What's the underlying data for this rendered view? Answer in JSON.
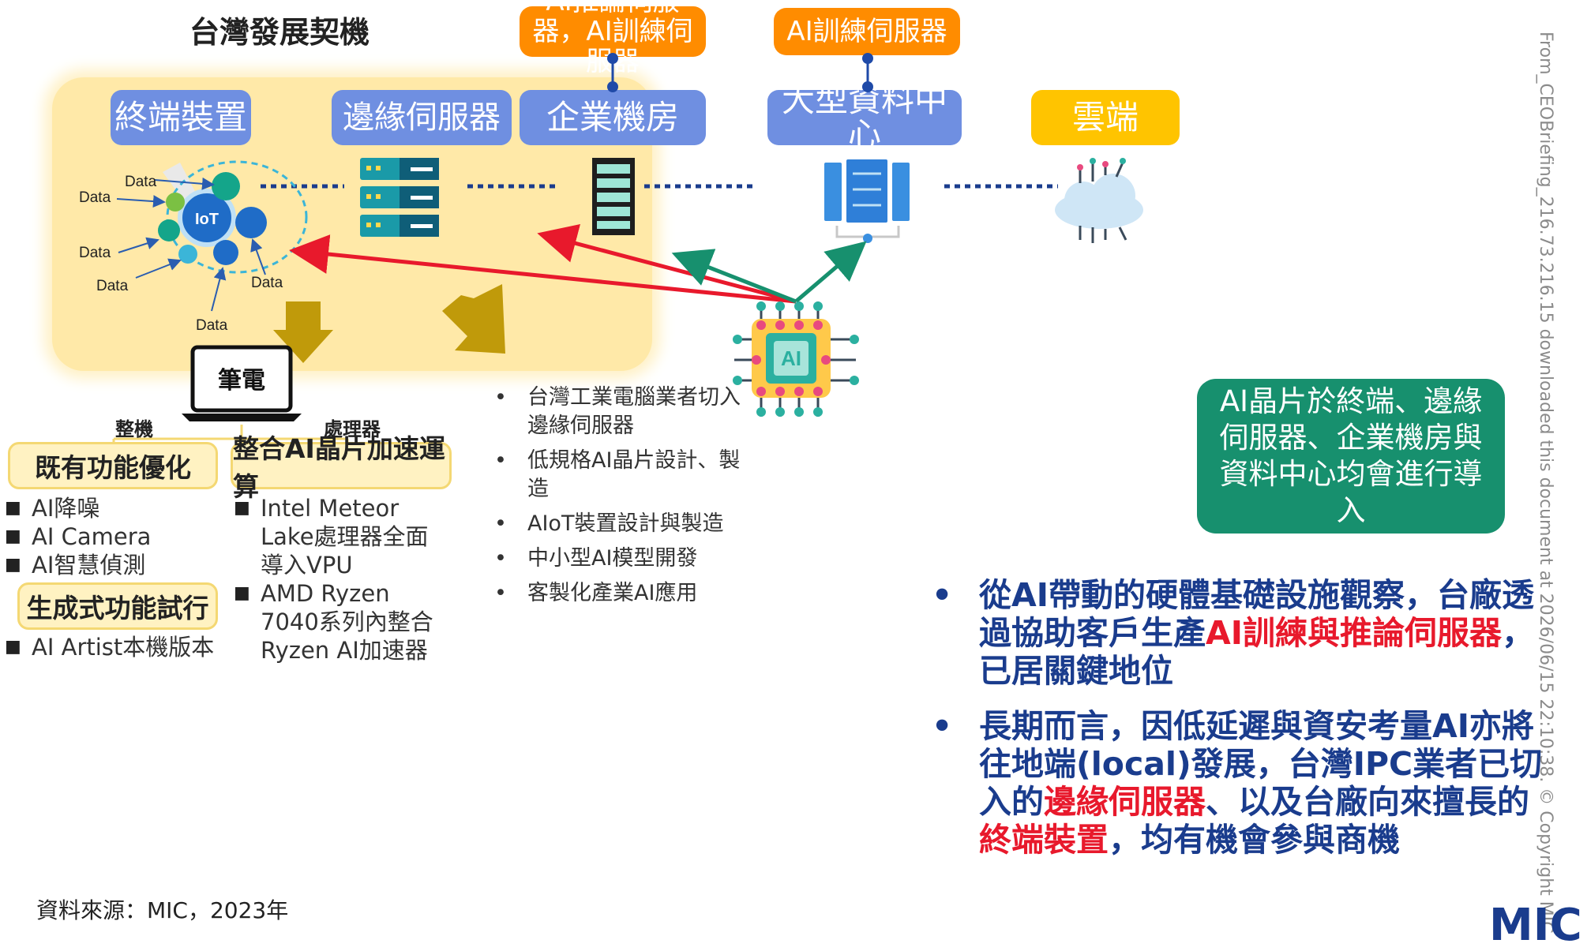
{
  "title": "台灣發展契機",
  "tiers": [
    {
      "label": "終端裝置"
    },
    {
      "label": "邊緣伺服器"
    },
    {
      "label": "企業機房"
    },
    {
      "label": "大型資料中心"
    },
    {
      "label": "雲端"
    }
  ],
  "badges": [
    {
      "label": "AI推論伺服器，AI訓練伺服器"
    },
    {
      "label": "AI訓練伺服器"
    }
  ],
  "iot": {
    "center_label": "IoT",
    "data_label": "Data"
  },
  "laptop": {
    "label": "筆電"
  },
  "branches": {
    "left": "整機",
    "right": "處理器"
  },
  "left_col": {
    "box1": "既有功能優化",
    "items1": [
      "AI降噪",
      "AI Camera",
      "AI智慧偵測"
    ],
    "box2": "生成式功能試行",
    "items2": [
      "AI Artist本機版本"
    ]
  },
  "mid_col": {
    "box": "整合AI晶片加速運算",
    "items": [
      "Intel Meteor Lake處理器全面導入VPU",
      "AMD Ryzen 7040系列內整合Ryzen AI加速器"
    ]
  },
  "opportunities": [
    "台灣工業電腦業者切入邊緣伺服器",
    "低規格AI晶片設計、製造",
    "AIoT裝置設計與製造",
    "中小型AI模型開發",
    "客製化產業AI應用"
  ],
  "chip_label": "AI",
  "green_box": "AI晶片於終端、邊緣伺服器、企業機房與資料中心均會進行導入",
  "main_bullets": [
    {
      "bullet": "•",
      "parts": [
        "從AI帶動的硬體基礎設施觀察，台廠透過協助客戶生產",
        "AI訓練與推論伺服器",
        "，已居關鍵地位"
      ]
    },
    {
      "bullet": "•",
      "parts": [
        "長期而言，因低延遲與資安考量AI亦將往地端(local)發展，台灣IPC業者已切入的",
        "邊緣伺服器",
        "、以及台廠向來擅長的",
        "終端裝置",
        "，均有機會參與商機"
      ]
    }
  ],
  "source": "資料來源：MIC，2023年",
  "watermark": "From_CEOBriefing_216.73.216.15 downloaded this document at 2026/06/15 22:10:38. © Copyright MIC",
  "logo": "MIC",
  "colors": {
    "tier_blue": "#6f8fe1",
    "badge_orange": "#ff8c00",
    "cloud_yellow": "#ffc400",
    "panel_yellow": "#ffe9a8",
    "arrow_red": "#e8192c",
    "arrow_green": "#17906e",
    "gold_arrow": "#c09a0a",
    "emph_blue": "#1a3c8d"
  }
}
